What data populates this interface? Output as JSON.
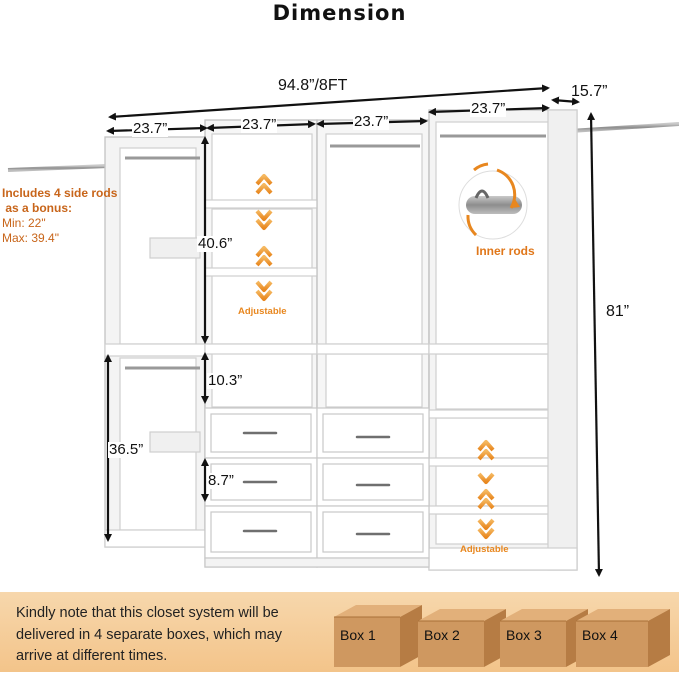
{
  "title": "Dimension",
  "dimensions": {
    "total_width": "94.8”/8FT",
    "depth": "15.7”",
    "section_1_width": "23.7”",
    "section_2_width": "23.7”",
    "section_3_width": "23.7”",
    "section_4_width": "23.7”",
    "upper_height": "40.6”",
    "lower_height": "36.5”",
    "open_shelf_height": "10.3”",
    "drawer_height": "8.7”",
    "total_height": "81”"
  },
  "bonus_note": {
    "line1": "Includes 4 side rods",
    "line2": " as a bonus:",
    "min": "Min: 22\"",
    "max": "Max: 39.4\""
  },
  "adjustable_labels": [
    "Adjustable",
    "Adjustable"
  ],
  "inner_rods_label": "Inner rods",
  "delivery_note": "Kindly note that this closet system will be delivered in 4 separate boxes, which may arrive at different times.",
  "boxes": [
    "Box 1",
    "Box 2",
    "Box 3",
    "Box 4"
  ],
  "colors": {
    "accent_orange": "#e8871f",
    "banner": "#f5cd98",
    "cardboard": "#c98f55"
  }
}
